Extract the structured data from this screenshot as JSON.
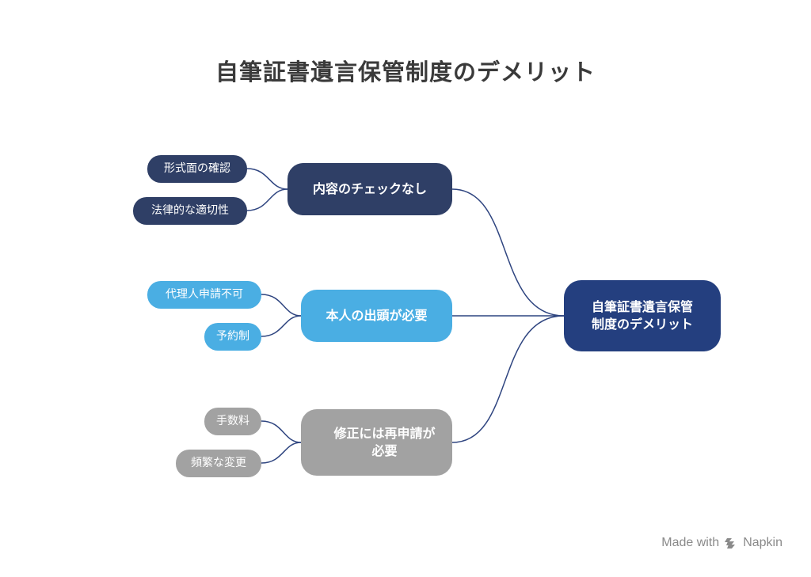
{
  "title": "自筆証書遺言保管制度のデメリット",
  "root": {
    "label": "自筆証書遺言保管\n制度のデメリット",
    "color": "#243f7f"
  },
  "branches": [
    {
      "label": "内容のチェックなし",
      "color": "#2f3f66",
      "children": [
        "形式面の確認",
        "法律的な適切性"
      ]
    },
    {
      "label": "本人の出頭が必要",
      "color": "#4aaee3",
      "children": [
        "代理人申請不可",
        "予約制"
      ]
    },
    {
      "label": "修正には再申請が\n必要",
      "color": "#a2a2a2",
      "children": [
        "手数料",
        "頻繁な変更"
      ]
    }
  ],
  "footer": {
    "made_with": "Made with",
    "brand": "Napkin",
    "brand_icon": "napkin-logo-icon"
  }
}
